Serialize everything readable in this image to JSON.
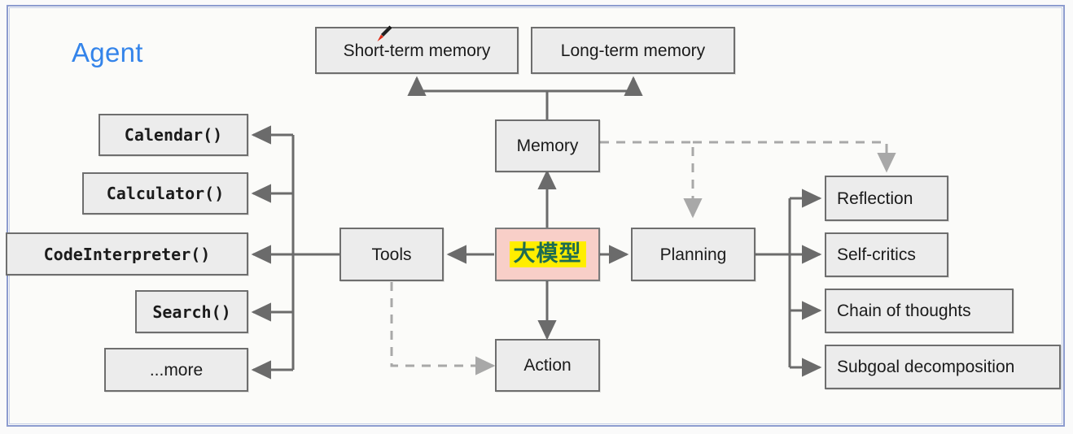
{
  "diagram": {
    "title": "Agent",
    "title_color": "#3484ea",
    "frame_color": "#8d9ccf",
    "background": "#fbfbf9",
    "node_fill": "#ececec",
    "node_border": "#6e6e6e",
    "llm_fill": "#f8cfc8",
    "llm_highlight": "#ffee00",
    "llm_text_color": "#1d6b52",
    "solid_edge_color": "#6b6b6b",
    "dashed_edge_color": "#a8a8a8"
  },
  "memory_group": {
    "short_term": "Short-term memory",
    "long_term": "Long-term memory",
    "hub": "Memory"
  },
  "core": {
    "llm": "大模型",
    "tools": "Tools",
    "planning": "Planning",
    "action": "Action"
  },
  "tools_list": [
    {
      "label": "Calendar()"
    },
    {
      "label": "Calculator()"
    },
    {
      "label": "CodeInterpreter()"
    },
    {
      "label": "Search()"
    },
    {
      "label": "...more"
    }
  ],
  "planning_list": [
    {
      "label": "Reflection"
    },
    {
      "label": "Self-critics"
    },
    {
      "label": "Chain of thoughts"
    },
    {
      "label": "Subgoal decomposition"
    }
  ],
  "cursor": {
    "kind": "red-pen-cursor"
  }
}
